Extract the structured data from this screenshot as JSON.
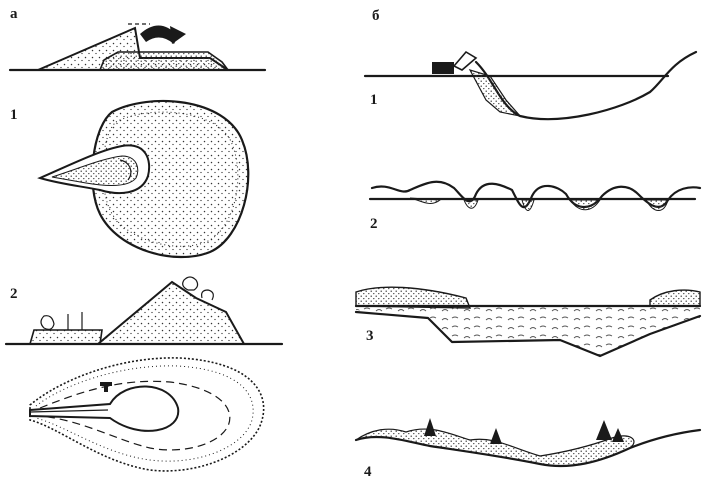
{
  "panel_a": {
    "label": "а",
    "scheme_1": {
      "number": "1"
    },
    "scheme_2": {
      "number": "2"
    }
  },
  "panel_b": {
    "label": "б",
    "stage_1": {
      "number": "1"
    },
    "stage_2": {
      "number": "2"
    },
    "stage_3": {
      "number": "3"
    },
    "stage_4": {
      "number": "4"
    }
  }
}
